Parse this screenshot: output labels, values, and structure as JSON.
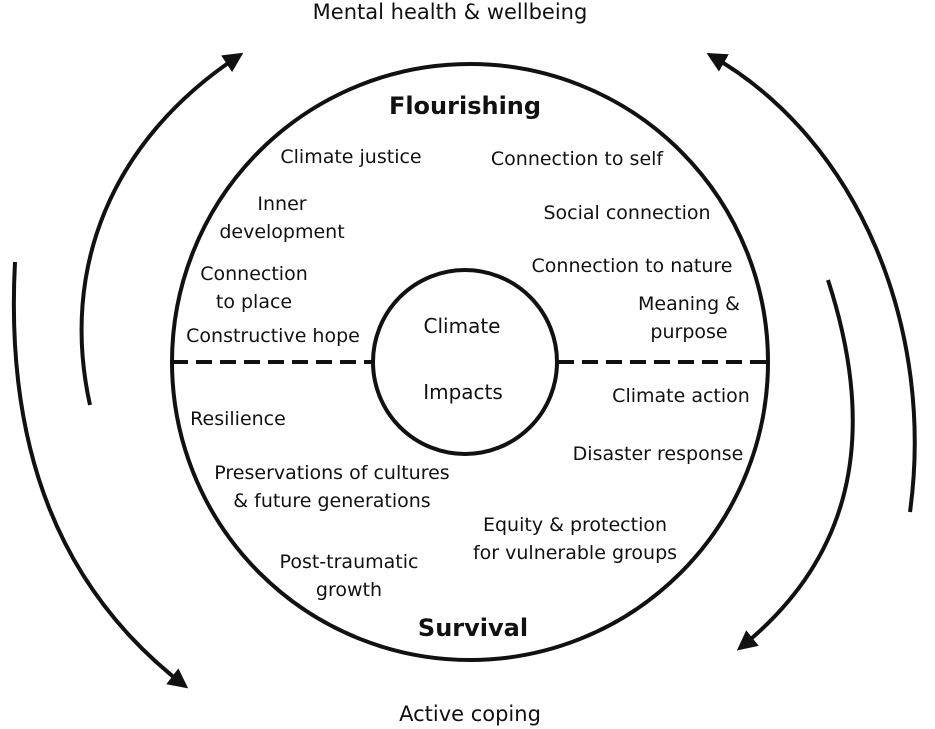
{
  "outer_top_label": "Mental health & wellbeing",
  "outer_bottom_label": "Active coping",
  "flourishing": {
    "heading": "Flourishing",
    "items": [
      "Climate justice",
      "Connection to self",
      "Inner\ndevelopment",
      "Social connection",
      "Connection\nto place",
      "Connection to nature",
      "Meaning &\npurpose",
      "Constructive hope"
    ]
  },
  "center": {
    "line1": "Climate",
    "line2": "Impacts"
  },
  "survival": {
    "heading": "Survival",
    "items": [
      "Resilience",
      "Climate action",
      "Disaster response",
      "Preservations of cultures\n& future generations",
      "Equity & protection\nfor vulnerable groups",
      "Post-traumatic\ngrowth"
    ]
  }
}
